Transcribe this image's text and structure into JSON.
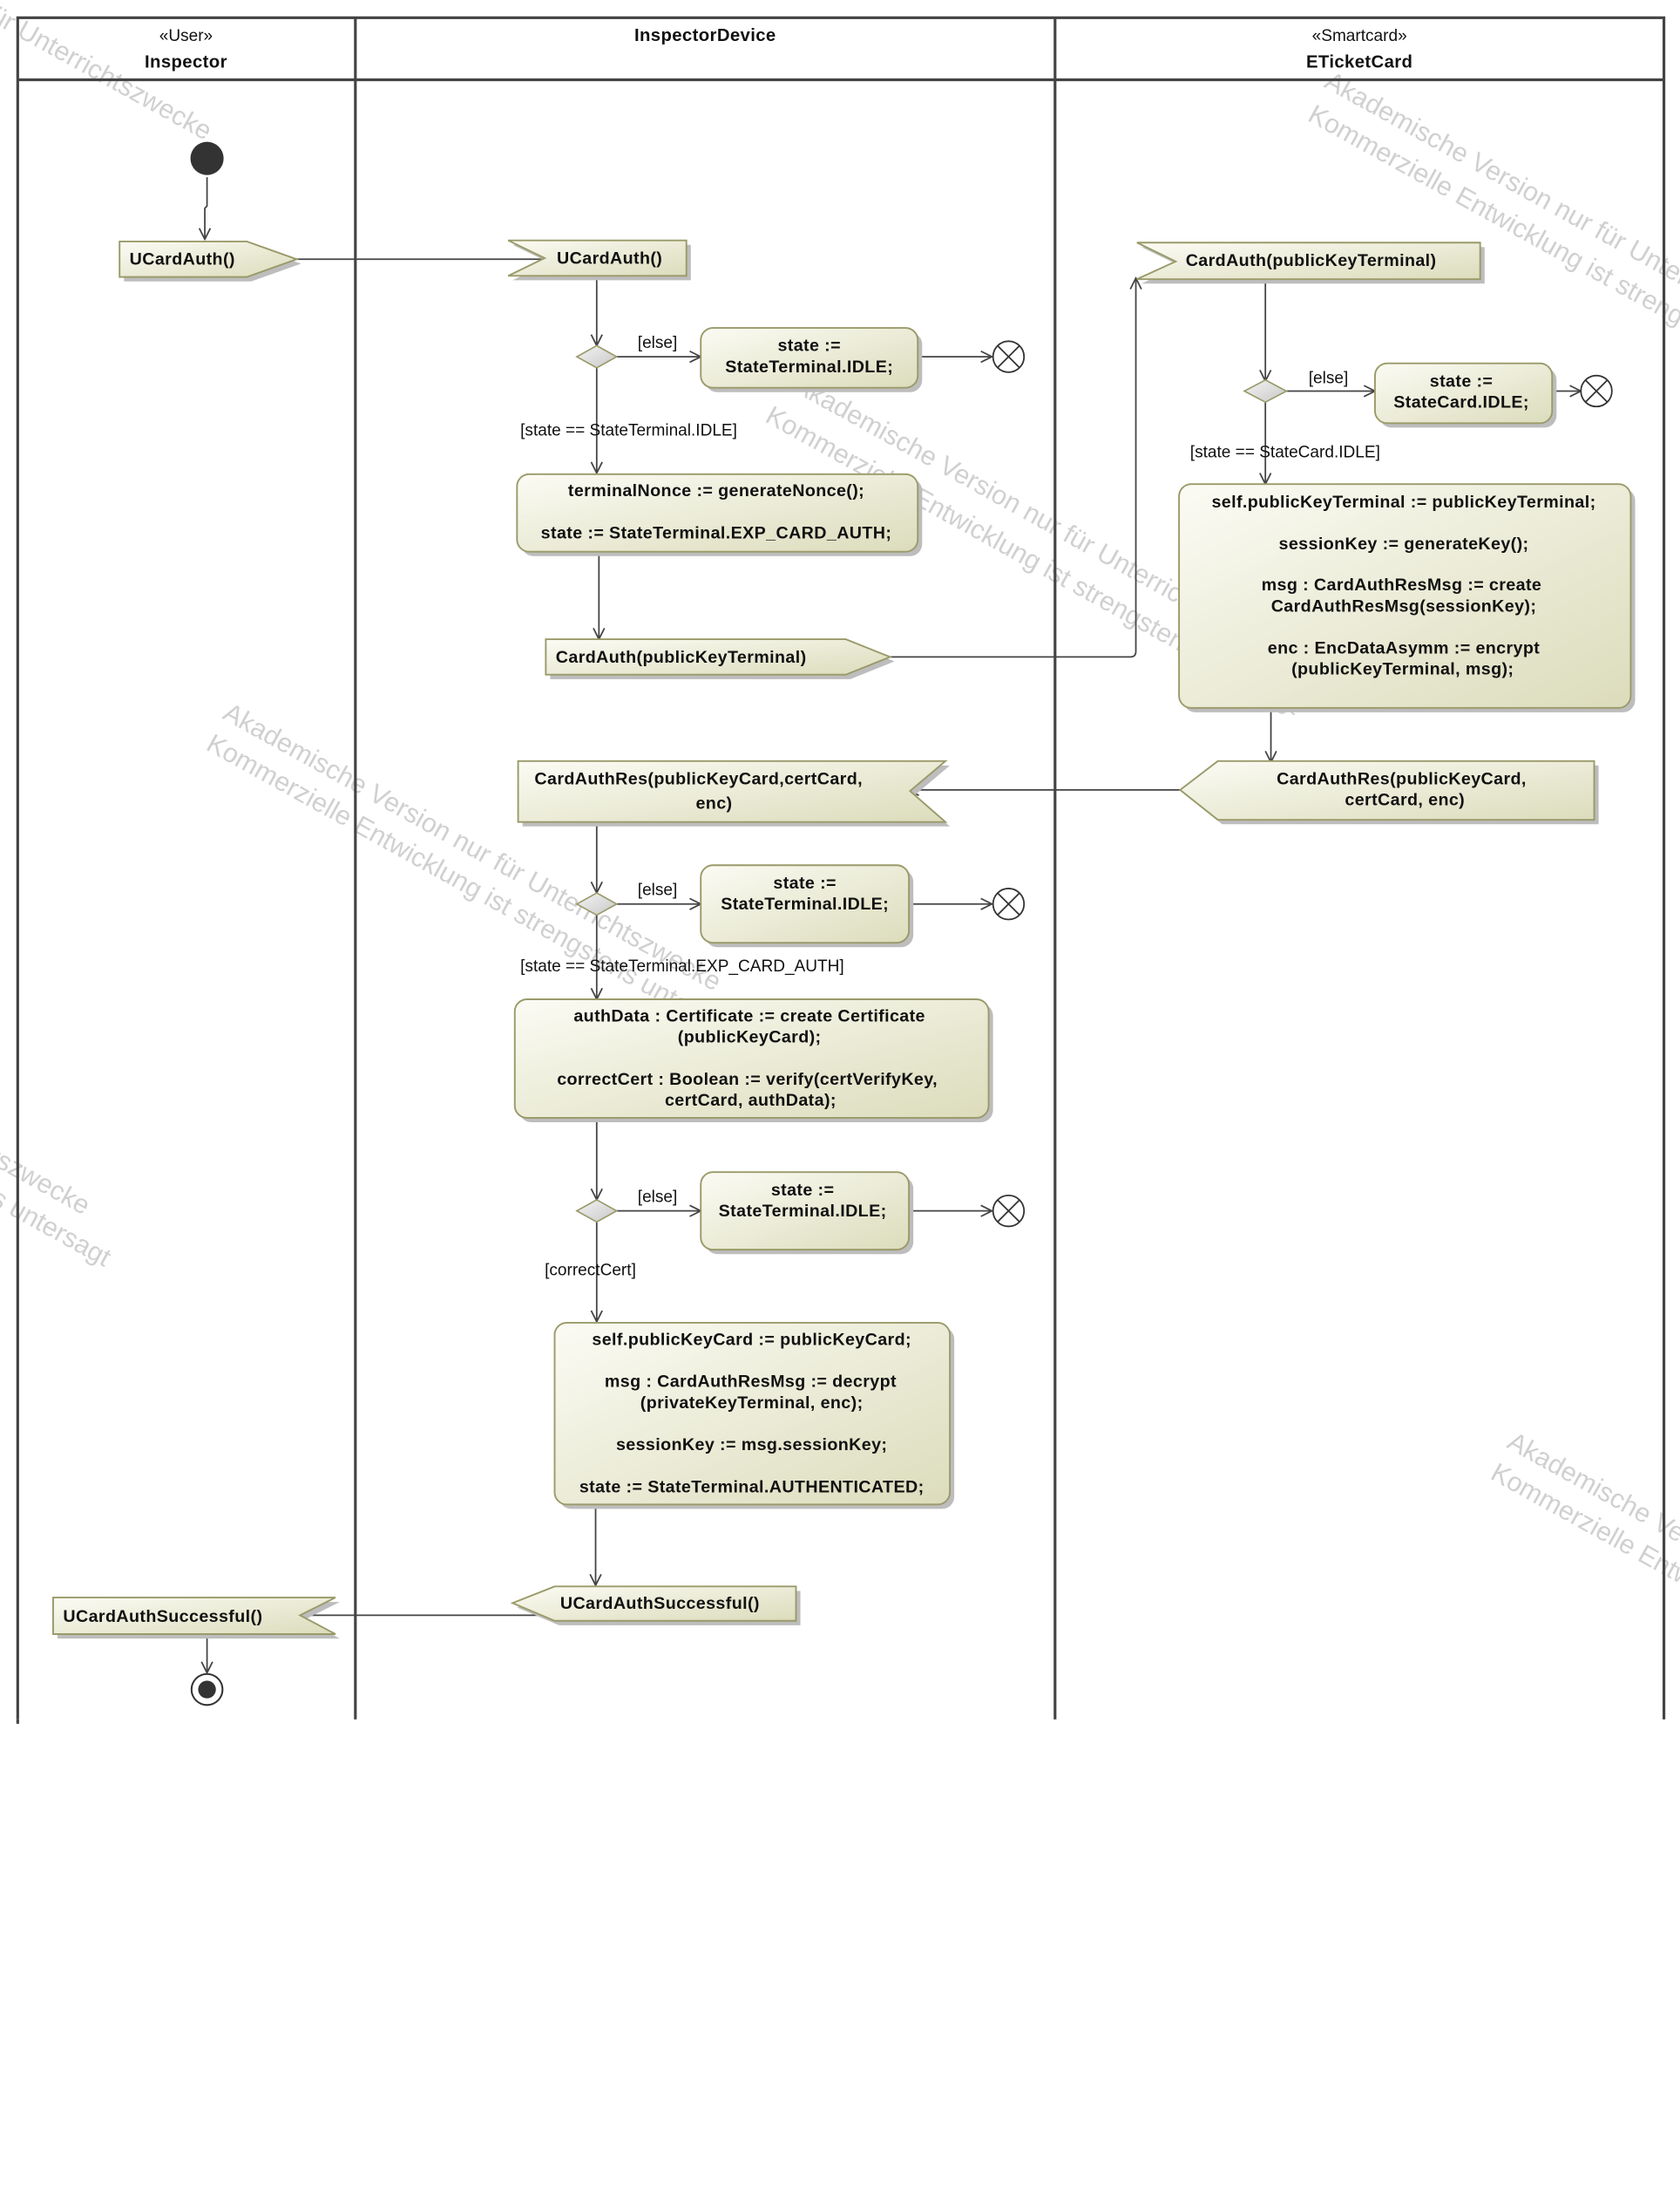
{
  "lanes": [
    {
      "stereotype": "«User»",
      "name": "Inspector"
    },
    {
      "stereotype": "",
      "name": "InspectorDevice"
    },
    {
      "stereotype": "«Smartcard»",
      "name": "ETicketCard"
    }
  ],
  "inspector": {
    "send_ucardauth": "UCardAuth()",
    "receive_success": "UCardAuthSuccessful()"
  },
  "device": {
    "accept_ucardauth": "UCardAuth()",
    "guard_else_1": "[else]",
    "idle_1": [
      "state :=",
      "StateTerminal.IDLE;"
    ],
    "guard_idle": "[state == StateTerminal.IDLE]",
    "nonce_action": [
      "terminalNonce := generateNonce();",
      "",
      "state := StateTerminal.EXP_CARD_AUTH;"
    ],
    "send_cardauth": "CardAuth(publicKeyTerminal)",
    "accept_cardauthres": [
      "CardAuthRes(publicKeyCard,certCard,",
      "enc)"
    ],
    "guard_else_2": "[else]",
    "idle_2": [
      "state :=",
      "StateTerminal.IDLE;"
    ],
    "guard_exp": "[state == StateTerminal.EXP_CARD_AUTH]",
    "verify_action": [
      "authData : Certificate := create Certificate",
      "(publicKeyCard);",
      "",
      "correctCert : Boolean := verify(certVerifyKey,",
      "certCard, authData);"
    ],
    "guard_else_3": "[else]",
    "idle_3": [
      "state :=",
      "StateTerminal.IDLE;"
    ],
    "guard_correct": "[correctCert]",
    "auth_action": [
      "self.publicKeyCard := publicKeyCard;",
      "",
      "msg : CardAuthResMsg := decrypt",
      "(privateKeyTerminal, enc);",
      "",
      "sessionKey := msg.sessionKey;",
      "",
      "state := StateTerminal.AUTHENTICATED;"
    ],
    "send_success": "UCardAuthSuccessful()"
  },
  "card": {
    "accept_cardauth": "CardAuth(publicKeyTerminal)",
    "guard_else": "[else]",
    "idle": [
      "state :=",
      "StateCard.IDLE;"
    ],
    "guard_idle": "[state == StateCard.IDLE]",
    "key_action": [
      "self.publicKeyTerminal := publicKeyTerminal;",
      "",
      "sessionKey := generateKey();",
      "",
      "msg : CardAuthResMsg := create",
      "CardAuthResMsg(sessionKey);",
      "",
      "enc : EncDataAsymm := encrypt",
      "(publicKeyTerminal, msg);"
    ],
    "send_cardauthres": [
      "CardAuthRes(publicKeyCard,",
      "certCard, enc)"
    ]
  },
  "watermark": [
    "Akademische Version nur für Unterrichtszwecke",
    "Kommerzielle Entwicklung ist strengstens untersagt"
  ],
  "colors": {
    "node_fill_light": "#fbfbf4",
    "node_fill_dark": "#dcdcbc",
    "node_border": "#9a9a6a",
    "lane_border": "#444444"
  }
}
